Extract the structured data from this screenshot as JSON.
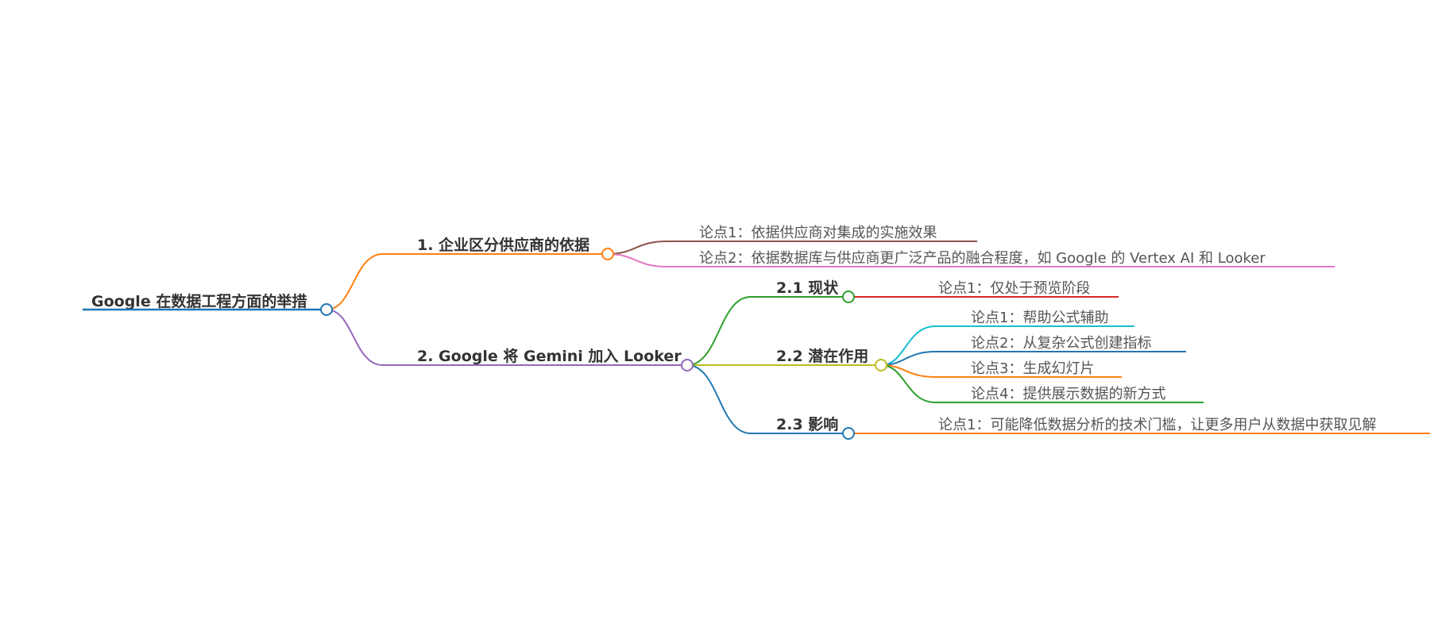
{
  "root": {
    "label": "Google 在数据工程方面的举措",
    "color": "#1f77b4",
    "children": [
      {
        "label": "1. 企业区分供应商的依据",
        "color": "#ff7f0e",
        "children": [
          {
            "label": "论点1：依据供应商对集成的实施效果",
            "color": "#8c564b"
          },
          {
            "label": "论点2：依据数据库与供应商更广泛产品的融合程度，如 Google 的 Vertex AI 和 Looker",
            "color": "#e377c2"
          }
        ]
      },
      {
        "label": "2. Google 将 Gemini 加入 Looker",
        "color": "#9467bd",
        "children": [
          {
            "label": "2.1 现状",
            "color": "#2ca02c",
            "children": [
              {
                "label": "论点1：仅处于预览阶段",
                "color": "#d62728"
              }
            ]
          },
          {
            "label": "2.2 潜在作用",
            "color": "#bcbd22",
            "children": [
              {
                "label": "论点1：帮助公式辅助",
                "color": "#17becf"
              },
              {
                "label": "论点2：从复杂公式创建指标",
                "color": "#1f77b4"
              },
              {
                "label": "论点3：生成幻灯片",
                "color": "#ff7f0e"
              },
              {
                "label": "论点4：提供展示数据的新方式",
                "color": "#2ca02c"
              }
            ]
          },
          {
            "label": "2.3 影响",
            "color": "#1f77b4",
            "children": [
              {
                "label": "论点1：可能降低数据分析的技术门槛，让更多用户从数据中获取见解",
                "color": "#ff7f0e"
              }
            ]
          }
        ]
      }
    ]
  }
}
